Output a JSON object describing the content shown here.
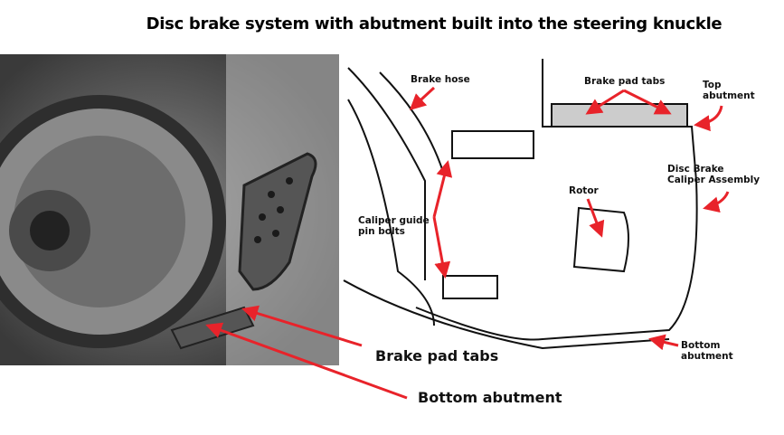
{
  "title": "Disc brake system with abutment built into the steering knuckle",
  "labels": {
    "brake_hose": "Brake hose",
    "brake_pad_tabs_top": "Brake pad tabs",
    "top_abutment_1": "Top",
    "top_abutment_2": "abutment",
    "caliper_1": "Disc Brake",
    "caliper_2": "Caliper Assembly",
    "rotor": "Rotor",
    "guide_pin_1": "Caliper guide",
    "guide_pin_2": "pin bolts",
    "bottom_abutment_1": "Bottom",
    "bottom_abutment_2": "abutment",
    "photo_brake_pad_tabs": "Brake pad tabs",
    "photo_bottom_abutment": "Bottom abutment"
  },
  "colors": {
    "arrow": "#e8232a",
    "photo_bg": "#6b6b6b"
  }
}
